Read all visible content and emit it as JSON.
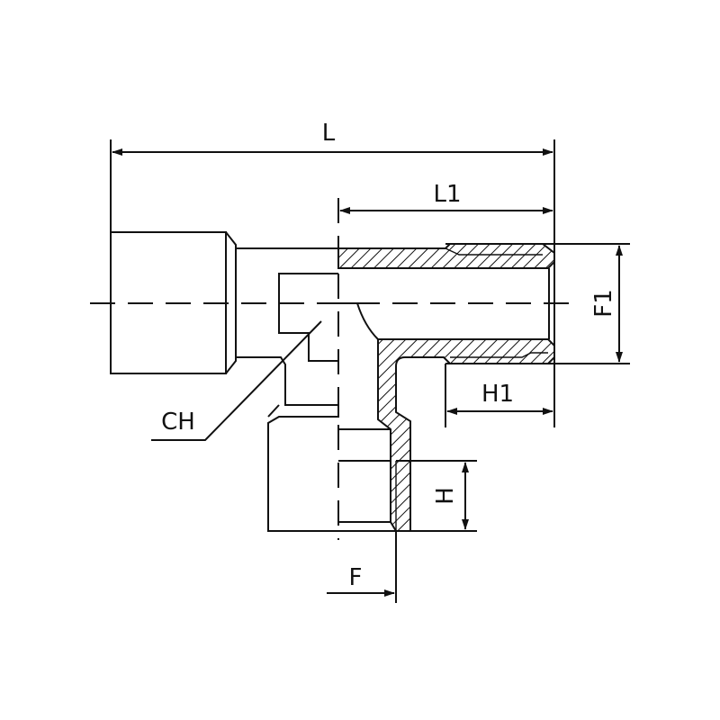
{
  "drawing": {
    "title": "Tee fitting dimension drawing",
    "dimensions": {
      "L": "L",
      "L1": "L1",
      "F1": "F1",
      "H1": "H1",
      "H": "H",
      "F": "F",
      "CH": "CH"
    },
    "colors": {
      "line": "#111111",
      "background": "#ffffff"
    }
  }
}
